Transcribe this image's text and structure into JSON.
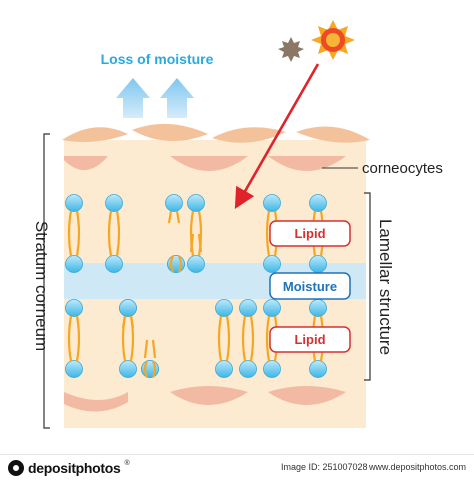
{
  "labels": {
    "loss_of_moisture": "Loss of moisture",
    "corneocytes": "corneocytes",
    "stratum_corneum": "Stratum corneum",
    "lamellar_structure": "Lamellar structure",
    "lipid_top": "Lipid",
    "moisture": "Moisture",
    "lipid_bottom": "Lipid"
  },
  "footer": {
    "logo": "depositphotos",
    "image_id": "Image ID: 251007028",
    "site": "www.depositphotos.com"
  },
  "colors": {
    "skin_bg": "#fcebd0",
    "moisture_band": "#cfe8f5",
    "corneocyte_fill": "#f2b9a3",
    "top_cell_fill": "#f4c29a",
    "lipid_head": "#56c3ec",
    "lipid_tail": "#f5a623",
    "moisture_arrow": "#8fcdf0",
    "loss_text": "#2aa9e0",
    "uv_arrow": "#e0222a",
    "lipid_badge_border": "#d63030",
    "moisture_badge_border": "#1f73b8"
  },
  "icons": [
    "up-arrow-icon",
    "sun-icon",
    "starburst-icon",
    "uv-arrow-icon"
  ]
}
